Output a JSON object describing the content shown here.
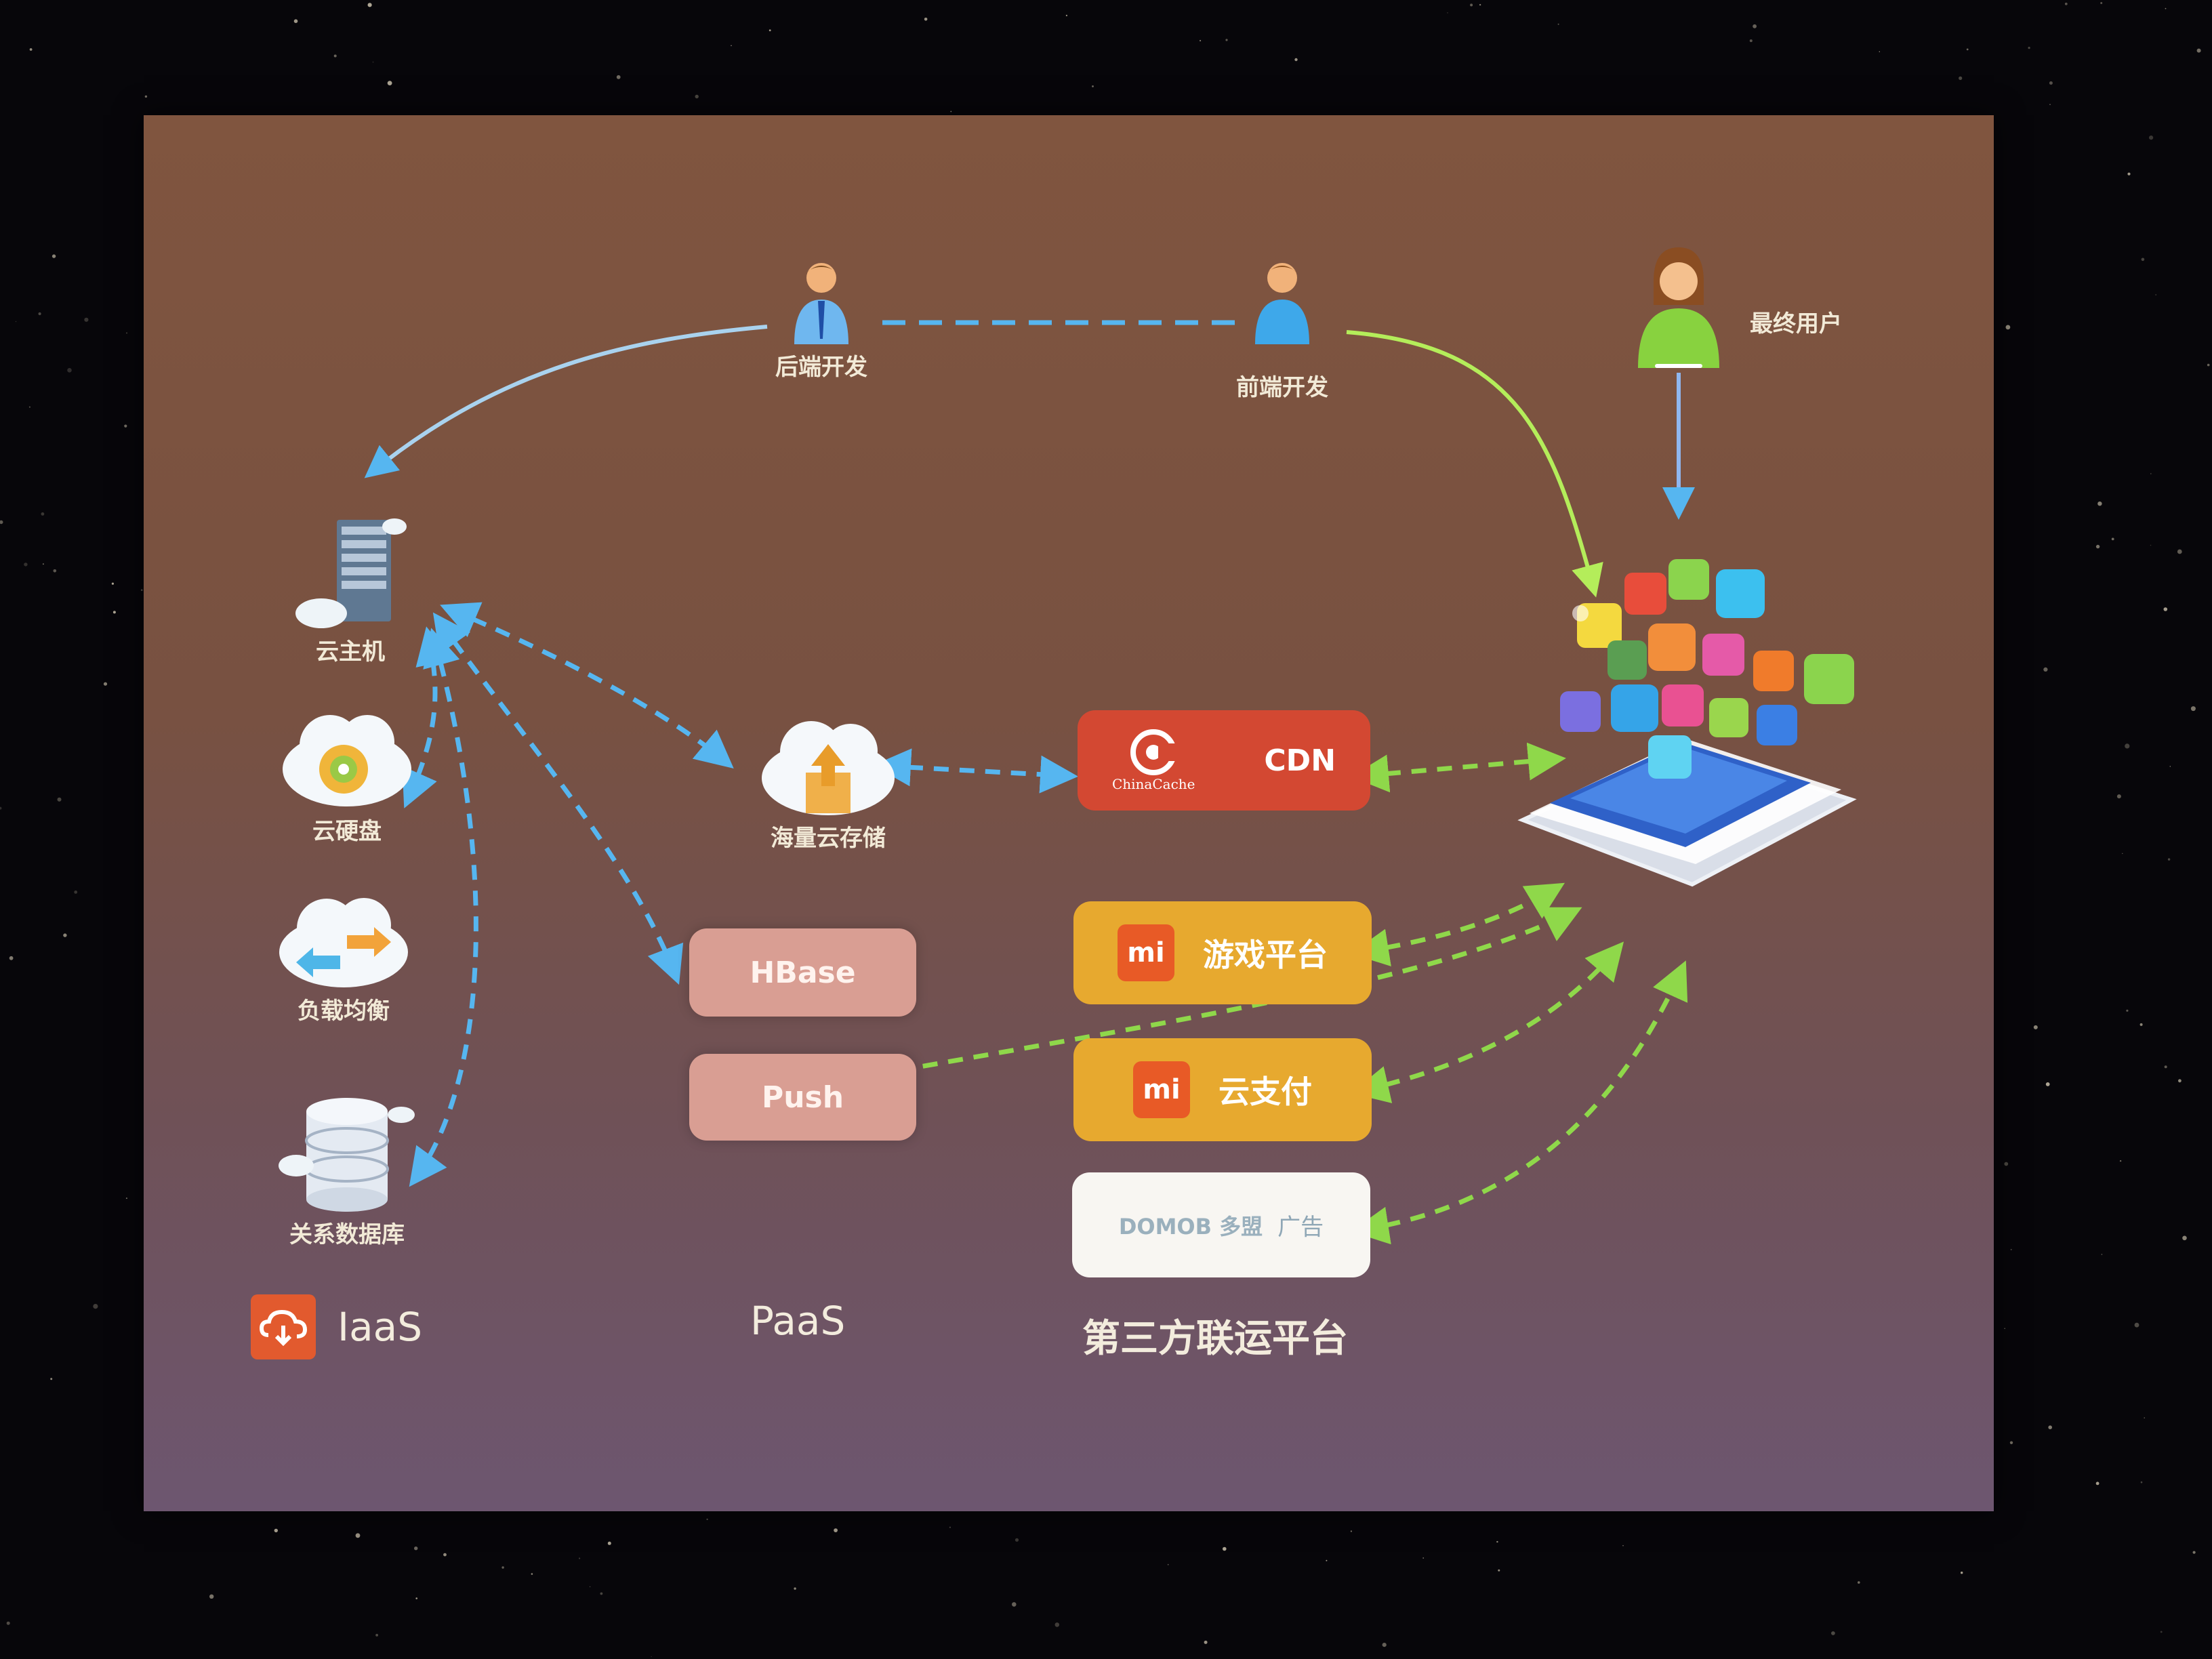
{
  "people": {
    "backend": "后端开发",
    "frontend": "前端开发",
    "end_user": "最终用户"
  },
  "iaas": {
    "title": "IaaS",
    "items": [
      "云主机",
      "云硬盘",
      "负载均衡",
      "关系数据库"
    ]
  },
  "paas": {
    "title": "PaaS",
    "storage": "海量云存储",
    "hbase": "HBase",
    "push": "Push"
  },
  "third_party": {
    "title": "第三方联运平台",
    "cdn": "CDN",
    "cdn_brand": "ChinaCache",
    "game": "游戏平台",
    "pay": "云支付",
    "mi_logo": "mi",
    "ad_brand": "DOMOB 多盟",
    "ad": "广告"
  },
  "colors": {
    "blue_link": "#56b6f0",
    "green_link": "#8fd84a",
    "slide_top": "#80553f",
    "slide_bottom": "#6d5670"
  },
  "icons": [
    "person-icon",
    "server-icon",
    "cloud-disk-icon",
    "load-balancer-icon",
    "database-icon",
    "cloud-storage-icon",
    "smartphone-icon",
    "cloud-logo-icon",
    "chinacache-logo-icon",
    "mi-logo-icon"
  ]
}
